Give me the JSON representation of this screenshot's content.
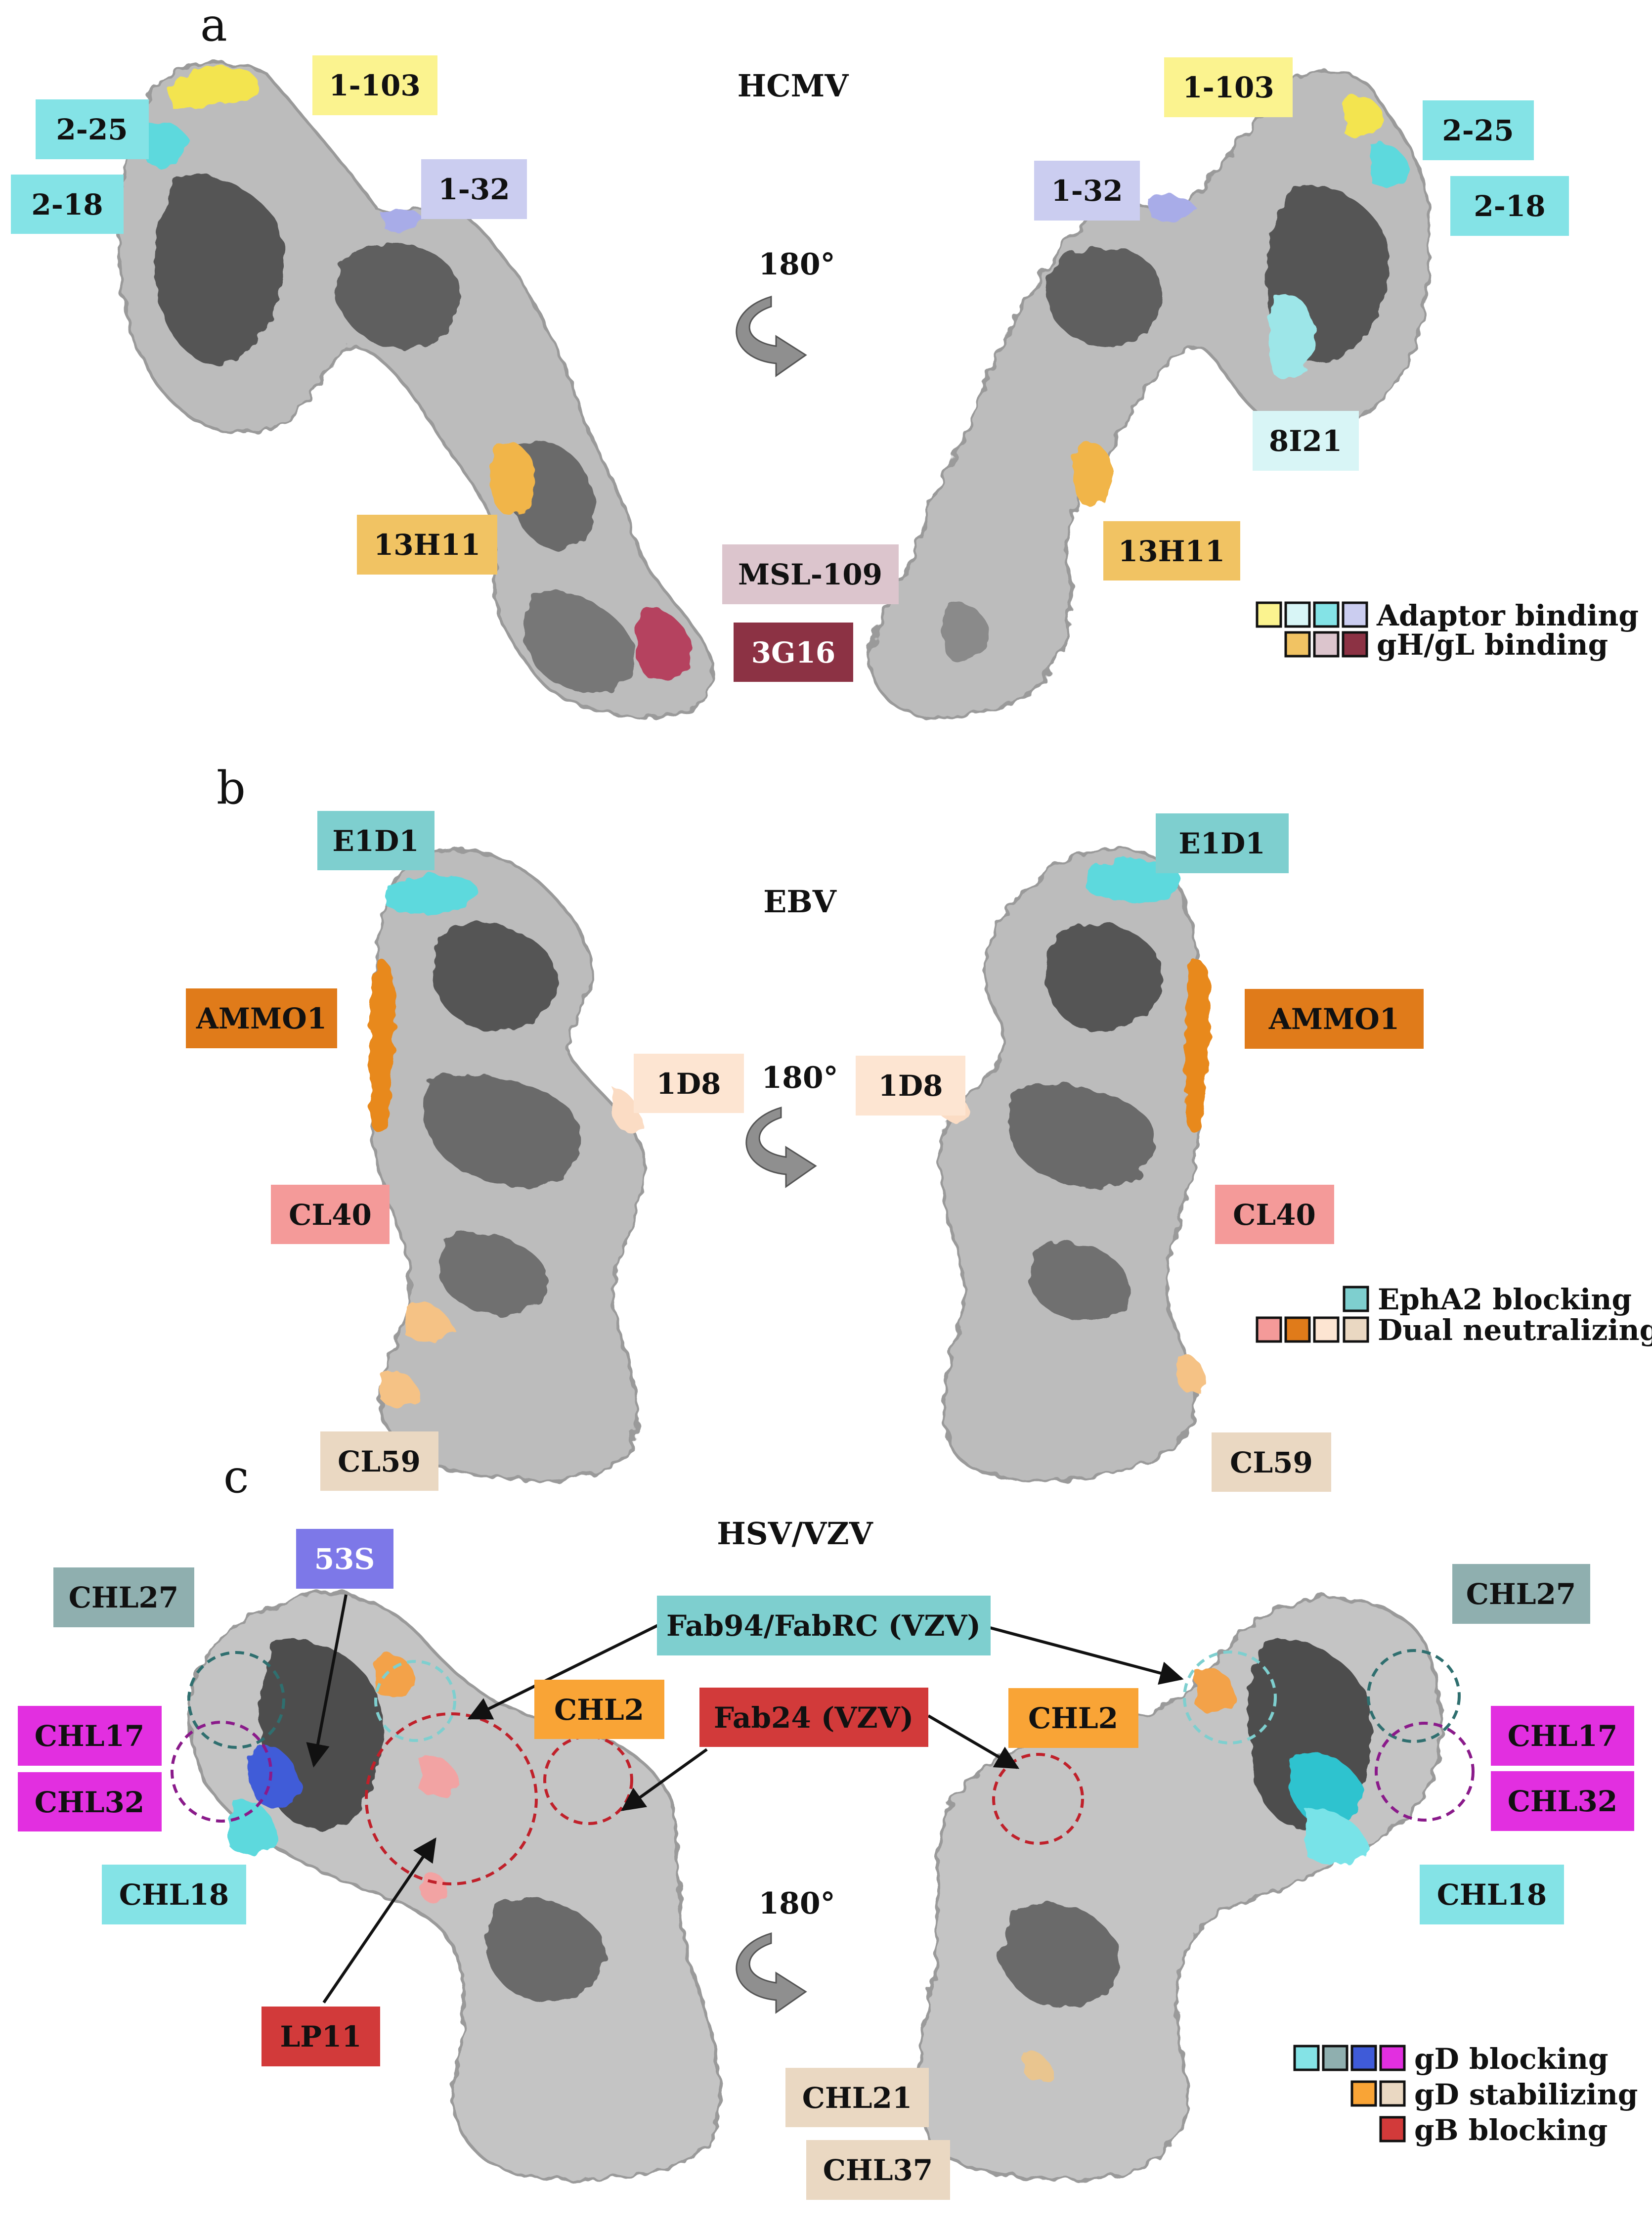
{
  "panels": {
    "a": {
      "letter": "a",
      "title": "HCMV",
      "rotation": "180°"
    },
    "b": {
      "letter": "b",
      "title": "EBV",
      "rotation": "180°"
    },
    "c": {
      "letter": "c",
      "title": "HSV/VZV",
      "rotation": "180°"
    }
  },
  "colors": {
    "yellow": "#FBF38F",
    "cyan": "#84E3E6",
    "lavender": "#CBCDF0",
    "light_cyan": "#D8F5F6",
    "orange_light": "#F1C363",
    "pink_light": "#DCC5CD",
    "maroon": "#8C3244",
    "teal": "#7ECFCF",
    "orange": "#E07B1A",
    "peach": "#FDE5D2",
    "salmon": "#F49A99",
    "tan": "#EAD8C2",
    "blue": "#7D78E8",
    "grey_teal": "#8FAFAF",
    "magenta": "#E22FE0",
    "orange2": "#F9A436",
    "red": "#D23A3A",
    "protein": "#b8b8b8",
    "protein_dark": "#4e4e4e"
  },
  "labels_a": {
    "l_1_103_left": "1-103",
    "l_2_25_left": "2-25",
    "l_2_18_left": "2-18",
    "l_1_32_left": "1-32",
    "l_13H11_left": "13H11",
    "l_MSL109": "MSL-109",
    "l_3G16": "3G16",
    "l_1_103_right": "1-103",
    "l_2_25_right": "2-25",
    "l_2_18_right": "2-18",
    "l_1_32_right": "1-32",
    "l_8I21": "8I21",
    "l_13H11_right": "13H11"
  },
  "legend_a": [
    {
      "text": "Adaptor binding",
      "colors": [
        "#FBF38F",
        "#D8F5F6",
        "#84E3E6",
        "#CBCDF0"
      ]
    },
    {
      "text": "gH/gL binding",
      "colors": [
        "#F1C363",
        "#DCC5CD",
        "#8C3244"
      ]
    }
  ],
  "labels_b": {
    "l_E1D1_left": "E1D1",
    "l_AMMO1_left": "AMMO1",
    "l_1D8_left": "1D8",
    "l_CL40_left": "CL40",
    "l_CL59_left": "CL59",
    "l_E1D1_right": "E1D1",
    "l_AMMO1_right": "AMMO1",
    "l_1D8_right": "1D8",
    "l_CL40_right": "CL40",
    "l_CL59_right": "CL59"
  },
  "legend_b": [
    {
      "text": "EphA2 blocking",
      "colors": [
        "#7ECFCF"
      ]
    },
    {
      "text": "Dual neutralizing",
      "colors": [
        "#F49A99",
        "#E07B1A",
        "#FDE5D2",
        "#EAD8C2"
      ]
    }
  ],
  "labels_c": {
    "l_53S": "53S",
    "l_CHL27_left": "CHL27",
    "l_CHL17_left": "CHL17",
    "l_CHL32_left": "CHL32",
    "l_CHL18_left": "CHL18",
    "l_LP11": "LP11",
    "l_Fab94": "Fab94/FabRC (VZV)",
    "l_Fab24": "Fab24 (VZV)",
    "l_CHL2_left": "CHL2",
    "l_CHL2_right": "CHL2",
    "l_CHL27_right": "CHL27",
    "l_CHL17_right": "CHL17",
    "l_CHL32_right": "CHL32",
    "l_CHL18_right": "CHL18",
    "l_CHL21": "CHL21",
    "l_CHL37": "CHL37"
  },
  "legend_c": [
    {
      "text": "gD blocking",
      "colors": [
        "#84E3E6",
        "#8FAFAF",
        "#3F5BD8",
        "#E22FE0"
      ]
    },
    {
      "text": "gD stabilizing",
      "colors": [
        "#F9A436",
        "#EAD8C2"
      ]
    },
    {
      "text": "gB blocking",
      "colors": [
        "#D23A3A"
      ]
    }
  ]
}
